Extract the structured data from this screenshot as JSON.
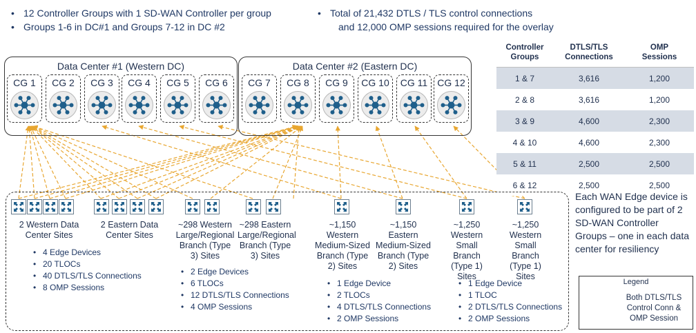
{
  "top_bullets_left": [
    "12 Controller Groups with 1 SD-WAN Controller per group",
    "Groups 1-6 in DC#1 and Groups 7-12 in DC #2"
  ],
  "top_bullet_right": "Total of 21,432 DTLS / TLS control connections",
  "top_bullet_right_cont": "and 12,000 OMP sessions required for the overlay",
  "data_centers": [
    {
      "title": "Data Center #1 (Western DC)",
      "groups": [
        "CG 1",
        "CG 2",
        "CG 3",
        "CG 4",
        "CG 5",
        "CG 6"
      ]
    },
    {
      "title": "Data Center #2 (Eastern DC)",
      "groups": [
        "CG 7",
        "CG 8",
        "CG 9",
        "CG 10",
        "CG 11",
        "CG 12"
      ]
    }
  ],
  "table": {
    "headers": [
      "Controller\nGroups",
      "DTLS/TLS\nConnections",
      "OMP\nSessions"
    ],
    "rows": [
      [
        "1 & 7",
        "3,616",
        "1,200"
      ],
      [
        "2 & 8",
        "3,616",
        "1,200"
      ],
      [
        "3 & 9",
        "4,600",
        "2,300"
      ],
      [
        "4 & 10",
        "4,600",
        "2,300"
      ],
      [
        "5 & 11",
        "2,500",
        "2,500"
      ],
      [
        "6 & 12",
        "2,500",
        "2,500"
      ]
    ]
  },
  "note": "Each WAN Edge device is configured to be part of 2 SD-WAN Controller Groups – one in each data center for resiliency",
  "legend": {
    "title": "Legend",
    "text": "Both DTLS/TLS Control Conn & OMP Session"
  },
  "sites": [
    {
      "label": "2 Western Data Center Sites"
    },
    {
      "label": "2 Eastern Data Center Sites"
    },
    {
      "label": "~298 Western Large/Regional Branch (Type 3) Sites"
    },
    {
      "label": "~298 Eastern Large/Regional Branch (Type 3) Sites"
    },
    {
      "label": "~1,150 Western Medium-Sized Branch (Type 2) Sites"
    },
    {
      "label": "~1,150 Eastern Medium-Sized Branch (Type 2) Sites"
    },
    {
      "label": "~1,250 Western Small Branch (Type 1) Sites"
    },
    {
      "label": "~1,250 Western Small Branch (Type 1) Sites"
    }
  ],
  "site_details": {
    "dc": [
      "4 Edge Devices",
      "20 TLOCs",
      "40 DTLS/TLS Connections",
      "8 OMP Sessions"
    ],
    "type3": [
      "2 Edge Devices",
      "6 TLOCs",
      "12 DTLS/TLS Connections",
      "4 OMP Sessions"
    ],
    "type2": [
      "1 Edge Device",
      "2 TLOCs",
      "4 DTLS/TLS Connections",
      "2 OMP Sessions"
    ],
    "type1": [
      "1 Edge Device",
      "1 TLOC",
      "2 DTLS/TLS Connections",
      "2 OMP Sessions"
    ]
  },
  "colors": {
    "accent_arrow": "#e8a630",
    "table_band": "#d6dce5",
    "hub_node": "#1f5f8b",
    "text": "#1f2f4d"
  },
  "icons": {
    "controller": "hub-network-icon",
    "edge": "router-arrows-icon"
  }
}
